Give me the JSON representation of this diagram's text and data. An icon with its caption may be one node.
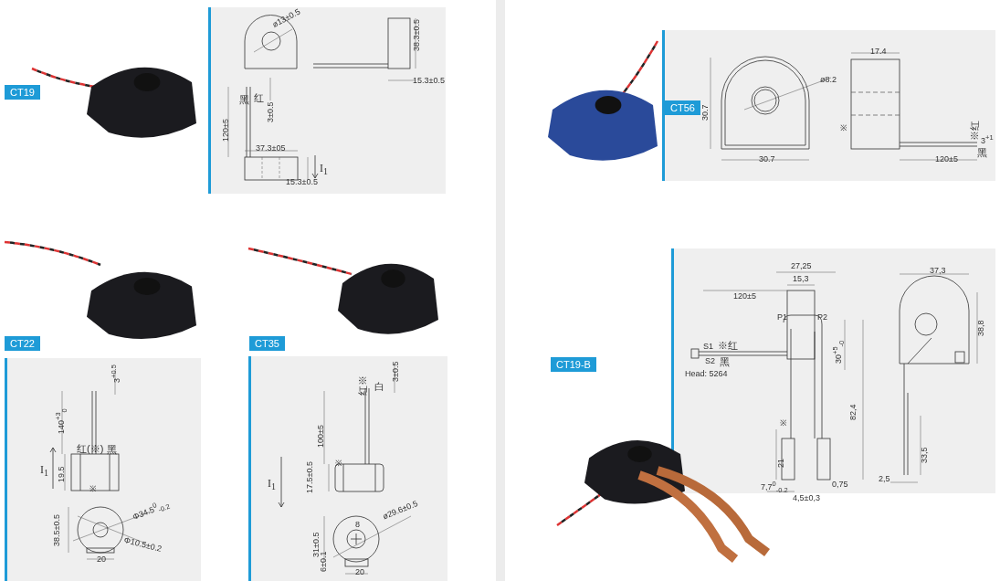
{
  "diagram": {
    "labels": [
      "CT19",
      "ø13±0.5",
      "38.3±0.5",
      "15.3±0.5",
      "黑",
      "红",
      "3±0.5",
      "120±5",
      "37.3±05",
      "15.3±0.5",
      "I$_{1}$",
      "CT22",
      "CT35",
      "3$^{+0.5}$",
      "140$^{+3}$$_{0}$",
      "红(※)",
      "黑",
      "I$_{1}$",
      "19.5",
      "※",
      "38.5±0.5",
      "Φ34.5$^{0}$$_{-0.2}$",
      "Φ10.5±0.2",
      "20",
      "红※",
      "白",
      "3±0.5",
      "100±5",
      "※",
      "17.5±0.5",
      "I$_{1}$",
      "8",
      "ø29.6±0.5",
      "31±0.5",
      "20",
      "6±0.1",
      "CT56",
      "ø8.2",
      "30.7",
      "30.7",
      "17.4",
      "※",
      "※红",
      "3$^{+1}$",
      "黑",
      "120±5",
      "CT19-B",
      "27,25",
      "15,3",
      "120±5",
      "P1",
      "P2",
      "S1",
      "※红",
      "S2",
      "黑",
      "Head: 5264",
      "30$^{+5}$$_{-0}$",
      "82,4",
      "※",
      "21",
      "7,7$^{0}$$_{-0.2}$",
      "4,5±0,3",
      "0,75",
      "2,5",
      "37,3",
      "38,8",
      "33,5"
    ]
  }
}
